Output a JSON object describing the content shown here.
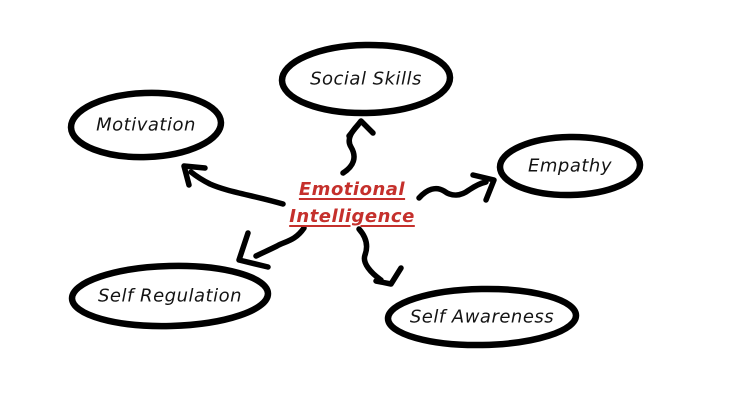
{
  "diagram": {
    "type": "mind-map",
    "center": {
      "line1": "Emotional",
      "line2": "Intelligence",
      "color": "#c5302c"
    },
    "nodes": [
      {
        "id": "social-skills",
        "label": "Social Skills"
      },
      {
        "id": "motivation",
        "label": "Motivation"
      },
      {
        "id": "empathy",
        "label": "Empathy"
      },
      {
        "id": "self-regulation",
        "label": "Self Regulation"
      },
      {
        "id": "self-awareness",
        "label": "Self Awareness"
      }
    ],
    "edges": [
      {
        "from": "center",
        "to": "social-skills"
      },
      {
        "from": "center",
        "to": "motivation"
      },
      {
        "from": "center",
        "to": "empathy"
      },
      {
        "from": "center",
        "to": "self-regulation"
      },
      {
        "from": "center",
        "to": "self-awareness"
      }
    ],
    "colors": {
      "background": "#ffffff",
      "node_stroke": "#000000",
      "node_text": "#141414",
      "title_text": "#c5302c"
    }
  }
}
